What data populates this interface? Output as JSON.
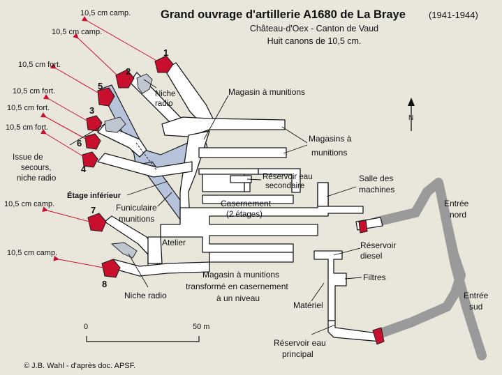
{
  "title": {
    "main": "Grand ouvrage d'artillerie A1680 de La Braye",
    "dates": "(1941-1944)",
    "subtitle1": "Château-d'Oex - Canton de Vaud",
    "subtitle2": "Huit canons de 10,5 cm."
  },
  "guns": [
    {
      "num": "1",
      "label": "10,5 cm camp."
    },
    {
      "num": "2",
      "label": "10,5 cm camp."
    },
    {
      "num": "5",
      "label": "10,5 cm fort."
    },
    {
      "num": "3",
      "label": "10,5 cm fort."
    },
    {
      "num": "6",
      "label": "10,5 cm fort."
    },
    {
      "num": "4",
      "label": ""
    },
    {
      "num": "7",
      "label": "10,5 cm camp."
    },
    {
      "num": "8",
      "label": "10,5 cm camp."
    }
  ],
  "gun_label_extra": "10,5 cm fort.",
  "labels": {
    "niche_radio_top": [
      "Niche",
      "radio"
    ],
    "issue_secours": [
      "Issue de",
      "secours,",
      "niche radio"
    ],
    "etage_inferieur": "Étage inférieur",
    "funiculaire": [
      "Funiculaire",
      "munitions"
    ],
    "atelier": "Atelier",
    "niche_radio_bottom": "Niche radio",
    "magasin_munitions": "Magasin à munitions",
    "magasins_munitions": [
      "Magasins à",
      "munitions"
    ],
    "reservoir_secondaire": [
      "Réservoir eau",
      "secondaire"
    ],
    "salle_machines": [
      "Salle des",
      "machines"
    ],
    "casernement": [
      "Casernement",
      "(2 étages)"
    ],
    "reservoir_diesel": [
      "Réservoir",
      "diesel"
    ],
    "filtres": "Filtres",
    "magasin_transforme": [
      "Magasin à munitions",
      "transformé en casernement",
      "à un niveau"
    ],
    "materiel": "Matériel",
    "reservoir_principal": [
      "Réservoir eau",
      "principal"
    ],
    "entree_nord": [
      "Entrée",
      "nord"
    ],
    "entree_sud": [
      "Entrée",
      "sud"
    ]
  },
  "compass": "N",
  "scale": {
    "start": "0",
    "end": "50 m"
  },
  "credit": "© J.B. Wahl - d'après doc. APSF.",
  "colors": {
    "background": "#e9e6dc",
    "gallery_fill": "#ffffff",
    "gallery_stroke": "#1a1a1a",
    "lower_level": "#b6c3da",
    "gun_casemate": "#c8102e",
    "pointer_red": "#c8102e",
    "entrance_road": "#9a9a9a"
  }
}
